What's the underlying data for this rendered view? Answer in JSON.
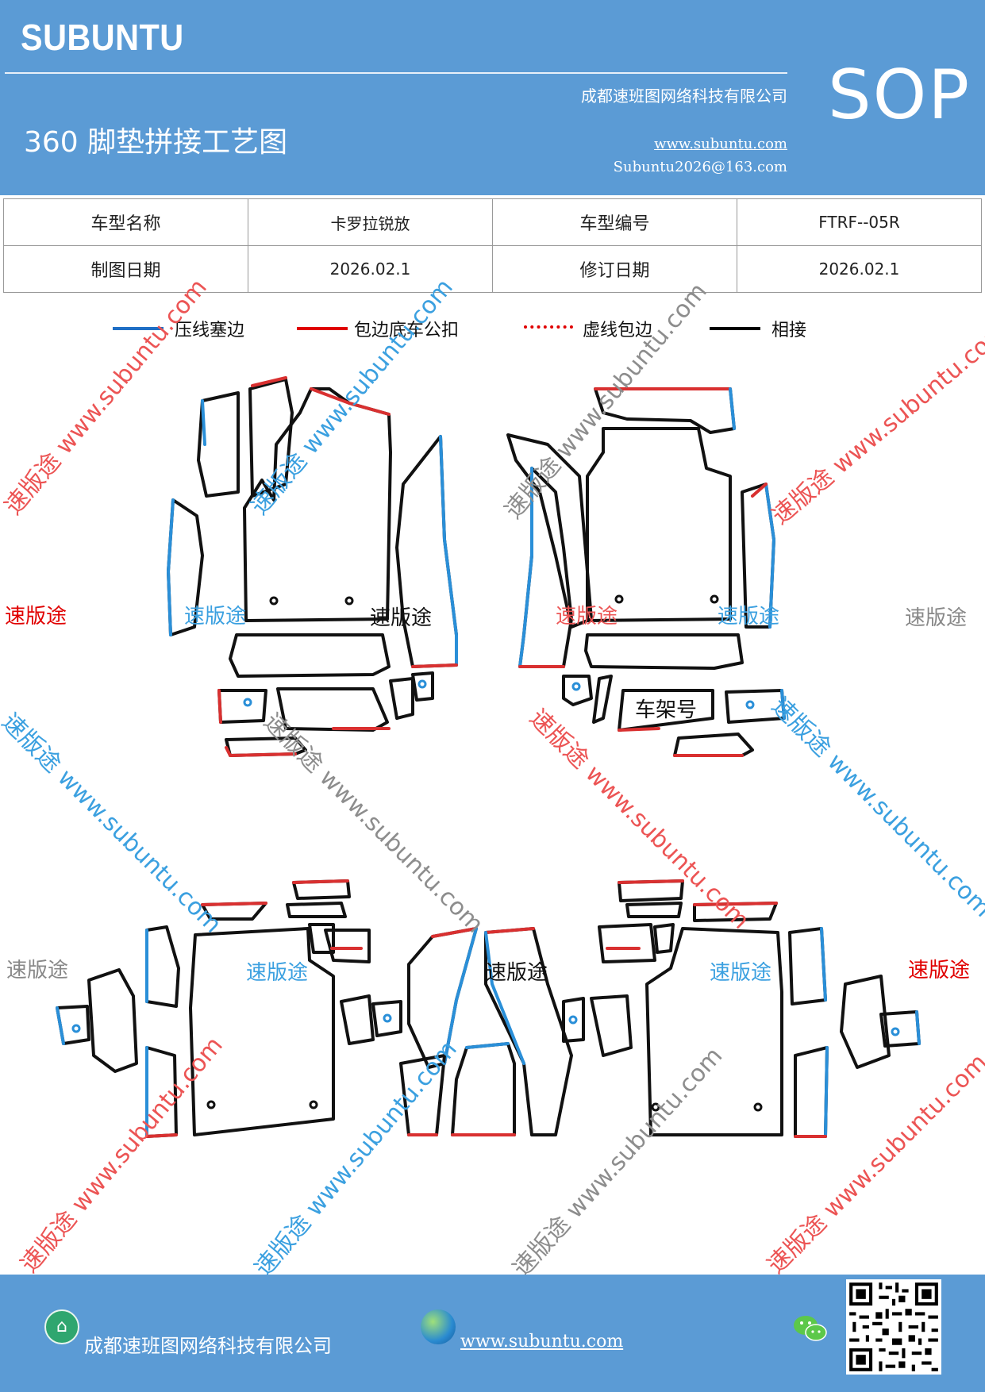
{
  "header": {
    "brand": "SUBUNTU",
    "title": "360 脚垫拼接工艺图",
    "company": "成都速班图网络科技有限公司",
    "website": "www.subuntu.com",
    "email": "Subuntu2026@163.com",
    "badge": "SOP"
  },
  "info_table": {
    "rows": [
      [
        {
          "label": "车型名称",
          "value": "卡罗拉锐放"
        },
        {
          "label": "车型编号",
          "value": "FTRF--05R"
        }
      ],
      [
        {
          "label": "制图日期",
          "value": "2026.02.1"
        },
        {
          "label": "修订日期",
          "value": "2026.02.1"
        }
      ]
    ]
  },
  "legend": [
    {
      "label": "压线塞边",
      "color": "#1f6fc5",
      "style": "solid"
    },
    {
      "label": "包边底车公扣",
      "color": "#e00000",
      "style": "solid"
    },
    {
      "label": "虚线包边",
      "color": "#e00000",
      "style": "dotted"
    },
    {
      "label": "相接",
      "color": "#000000",
      "style": "solid"
    }
  ],
  "watermarks": {
    "brand": "速版途",
    "site": "www.subuntu.com"
  },
  "drawing": {
    "frame_label": "车架号",
    "stroke_colors": {
      "outline": "#111111",
      "press": "#2a8fd8",
      "wrap": "#d93030"
    }
  },
  "footer": {
    "company": "成都速班图网络科技有限公司",
    "website": "www.subuntu.com",
    "home_icon": "home-icon",
    "globe_icon": "globe-icon",
    "wechat_icon": "wechat-icon",
    "qr": "qr-code"
  }
}
